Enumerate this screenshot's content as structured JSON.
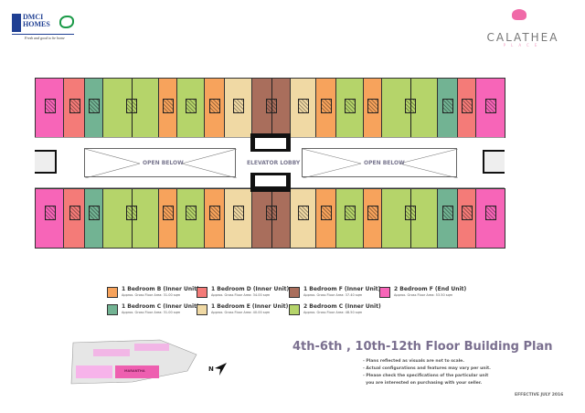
{
  "header": {
    "developer_logo": {
      "name": "DMCI HOMES",
      "line1": "DMCI",
      "line2": "HOMES",
      "tagline": "Fresh and good to be home"
    },
    "project_logo": {
      "name": "CALATHEA",
      "sub": "PLACE"
    }
  },
  "plan": {
    "labels": {
      "open_below_left": "OPEN BELOW",
      "elevator_lobby": "ELEVATOR LOBBY",
      "open_below_right": "OPEN BELOW"
    },
    "top_row_units": [
      "2F",
      "1D",
      "1C",
      "2C",
      "1B",
      "2C",
      "1B",
      "1E",
      "1F",
      "1E",
      "1B",
      "2C",
      "1B",
      "2C",
      "1C",
      "1D",
      "2F"
    ],
    "bottom_row_units": [
      "2F",
      "1D",
      "1C",
      "2C",
      "1B",
      "2C",
      "1B",
      "1E",
      "1F",
      "1E",
      "1B",
      "2C",
      "1B",
      "2C",
      "1C",
      "1D",
      "2F"
    ]
  },
  "legend": [
    {
      "key": "1B",
      "name": "1 Bedroom B (Inner Unit)",
      "area": "Approx. Gross Floor Area: 31.00 sqm",
      "color": "#f7a35c"
    },
    {
      "key": "1D",
      "name": "1 Bedroom D (Inner Unit)",
      "area": "Approx. Gross Floor Area: 34.00 sqm",
      "color": "#f47b78"
    },
    {
      "key": "1F",
      "name": "1 Bedroom F (Inner Unit)",
      "area": "Approx. Gross Floor Area: 37.40 sqm",
      "color": "#a96e5c"
    },
    {
      "key": "2F",
      "name": "2 Bedroom F (End Unit)",
      "area": "Approx. Gross Floor Area: 53.50 sqm",
      "color": "#f765b8"
    },
    {
      "key": "1C",
      "name": "1 Bedroom C (Inner Unit)",
      "area": "Approx. Gross Floor Area: 31.00 sqm",
      "color": "#72b393"
    },
    {
      "key": "1E",
      "name": "1 Bedroom E (Inner Unit)",
      "area": "Approx. Gross Floor Area: 40.00 sqm",
      "color": "#f0d9a4"
    },
    {
      "key": "2C",
      "name": "2 Bedroom C (Inner Unit)",
      "area": "Approx. Gross Floor Area: 48.50 sqm",
      "color": "#b5d46a"
    }
  ],
  "keyplan": {
    "building_label": "MARANTHA",
    "north_label": "N"
  },
  "title": "4th-6th , 10th-12th Floor Building Plan",
  "notes": [
    "- Plans reflected as visuals are not to scale.",
    "- Actual configurations and features may vary per unit.",
    "- Please check the specifications of the particular unit",
    "  you are interested on purchasing with your seller."
  ],
  "effective": "EFFECTIVE JULY 2016"
}
